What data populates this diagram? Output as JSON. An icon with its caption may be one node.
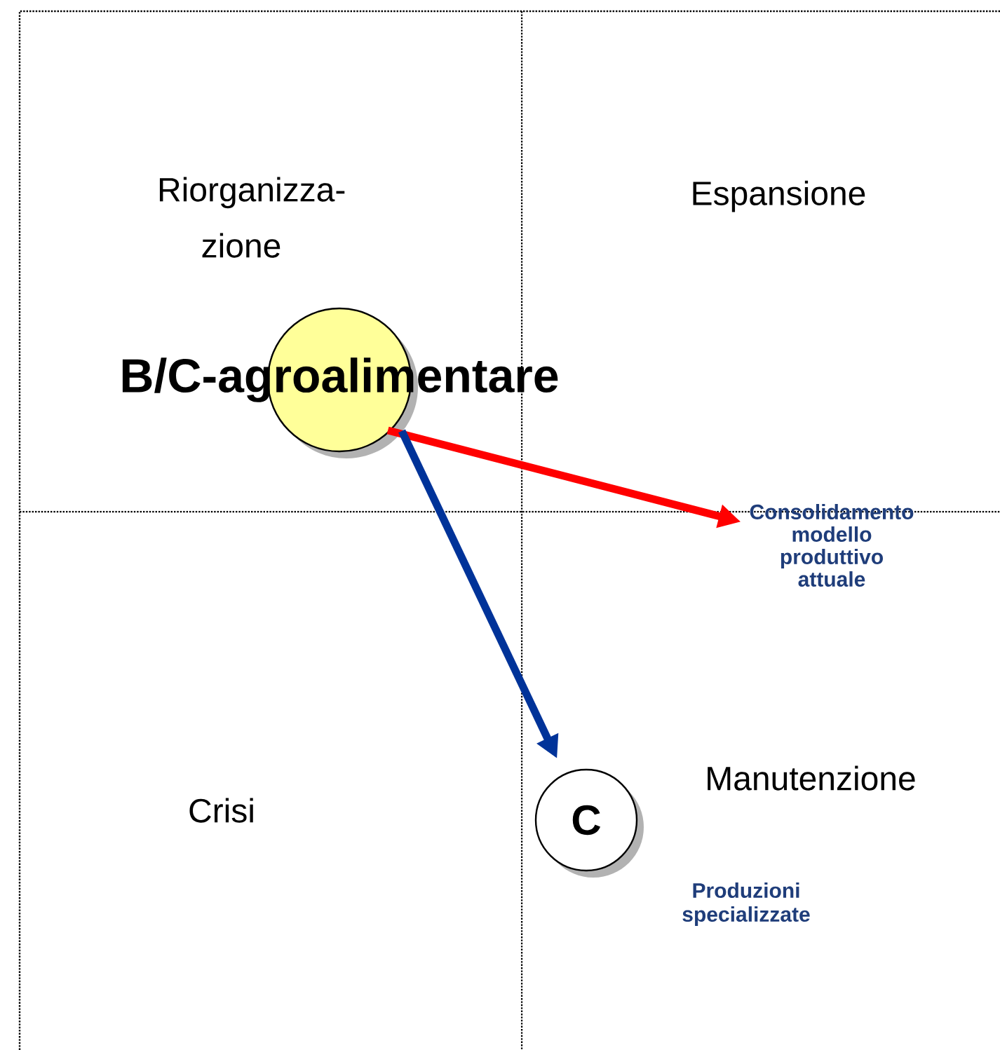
{
  "diagram": {
    "nodes": [
      {
        "text": [
          "B/C-agroalimentare"
        ]
      },
      {
        "text": [
          "Consolidamento modello produttivo attuale"
        ]
      },
      {
        "text": [
          "C"
        ],
        "beside": [
          "Produzioni specializzate"
        ]
      }
    ],
    "edges": [
      {
        "from": 0,
        "to": 1,
        "arrow": "to",
        "color": "#ff0000"
      },
      {
        "from": 0,
        "to": 2,
        "arrow": "to",
        "color": "#003399"
      }
    ],
    "labels": [
      "Riorganizza- zione",
      "Espansione",
      "Crisi",
      "Manutenzione"
    ]
  }
}
